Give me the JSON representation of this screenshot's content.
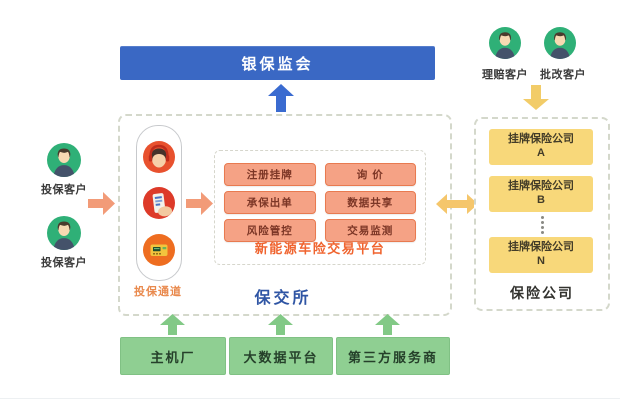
{
  "regulator": {
    "label": "银保监会"
  },
  "left_customers": {
    "items": [
      {
        "label": "投保客户"
      },
      {
        "label": "投保客户"
      }
    ]
  },
  "top_customers": {
    "items": [
      {
        "label": "理赔客户"
      },
      {
        "label": "批改客户"
      }
    ]
  },
  "exchange": {
    "name": "保交所",
    "channel": {
      "label": "投保通道",
      "icons": [
        "customer-service-icon",
        "mobile-app-icon",
        "pos-terminal-icon"
      ]
    },
    "platform": {
      "title": "新能源车险交易平台",
      "functions": [
        "注册挂牌",
        "询 价",
        "承保出单",
        "数据共享",
        "风险管控",
        "交易监测"
      ]
    }
  },
  "insurers": {
    "name": "保险公司",
    "companies": [
      {
        "line1": "挂牌保险公司",
        "line2": "A"
      },
      {
        "line1": "挂牌保险公司",
        "line2": "B"
      },
      {
        "line1": "挂牌保险公司",
        "line2": "N"
      }
    ]
  },
  "partners": {
    "items": [
      {
        "label": "主机厂"
      },
      {
        "label": "大数据平台"
      },
      {
        "label": "第三方服务商"
      }
    ]
  },
  "colors": {
    "regulator_blue": "#3a68c4",
    "arrow_blue": "#3a6bd0",
    "exchange_blue": "#2f55a4",
    "platform_red": "#f0642f",
    "button_fill": "#f5a285",
    "button_border": "#e87a50",
    "orange_arrow": "#f29b78",
    "channel_orange": "#e98a4e",
    "yellow_fill": "#f8d87a",
    "yellow_arrow": "#f2cc68",
    "green_fill": "#8fcf92",
    "green_arrow": "#82c986",
    "avatar_green": "#2fb077"
  }
}
